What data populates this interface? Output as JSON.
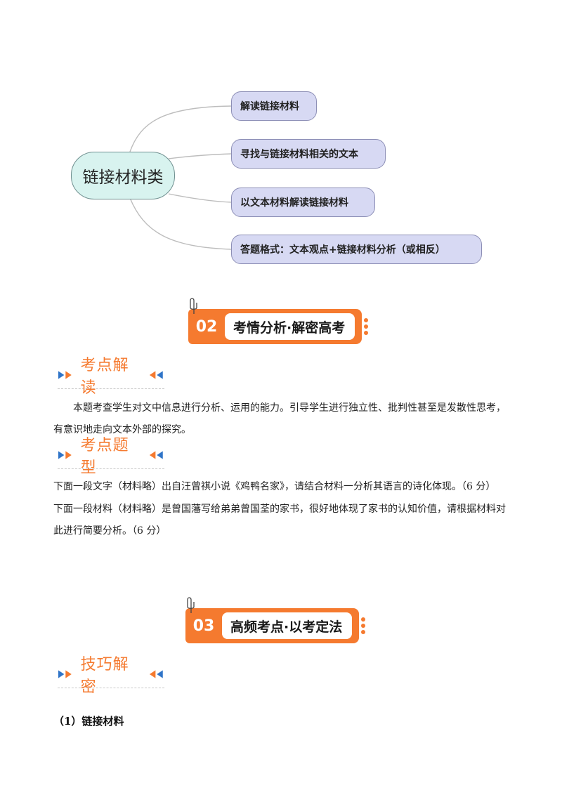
{
  "mindmap": {
    "center": "链接材料类",
    "nodes": [
      "解读链接材料",
      "寻找与链接材料相关的文本",
      "以文本材料解读链接材料",
      "答题格式：文本观点+链接材料分析（或相反）"
    ]
  },
  "sections": [
    {
      "number": "02",
      "title": "考情分析·解密高考"
    },
    {
      "number": "03",
      "title": "高频考点·以考定法"
    }
  ],
  "subsections": {
    "kaodian_jiedu": "考点解读",
    "kaodian_tixing": "考点题型",
    "jiqiao_jiemi": "技巧解密"
  },
  "paragraphs": {
    "interpretation_line1": "本题考查学生对文中信息进行分析、运用的能力。引导学生进行独立性、批判性甚至是发散性思考，",
    "interpretation_line2": "有意识地走向文本外部的探究。",
    "question1": "下面一段文字（材料略）出自汪曾祺小说《鸡鸭名家》，请结合材料一分析其语言的诗化体现。（6 分）",
    "question2_line1": "下面一段材料（材料略）是曾国藩写给弟弟曾国荃的家书，很好地体现了家书的认知价值，请根据材料对",
    "question2_line2": "此进行简要分析。（6 分）"
  },
  "technique_heading": "（1）链接材料",
  "colors": {
    "accent_orange": "#f57a2f",
    "arrow_blue": "#2f74c8",
    "center_node_fill": "#d8f3ef",
    "branch_node_fill": "#d7d9f3"
  }
}
